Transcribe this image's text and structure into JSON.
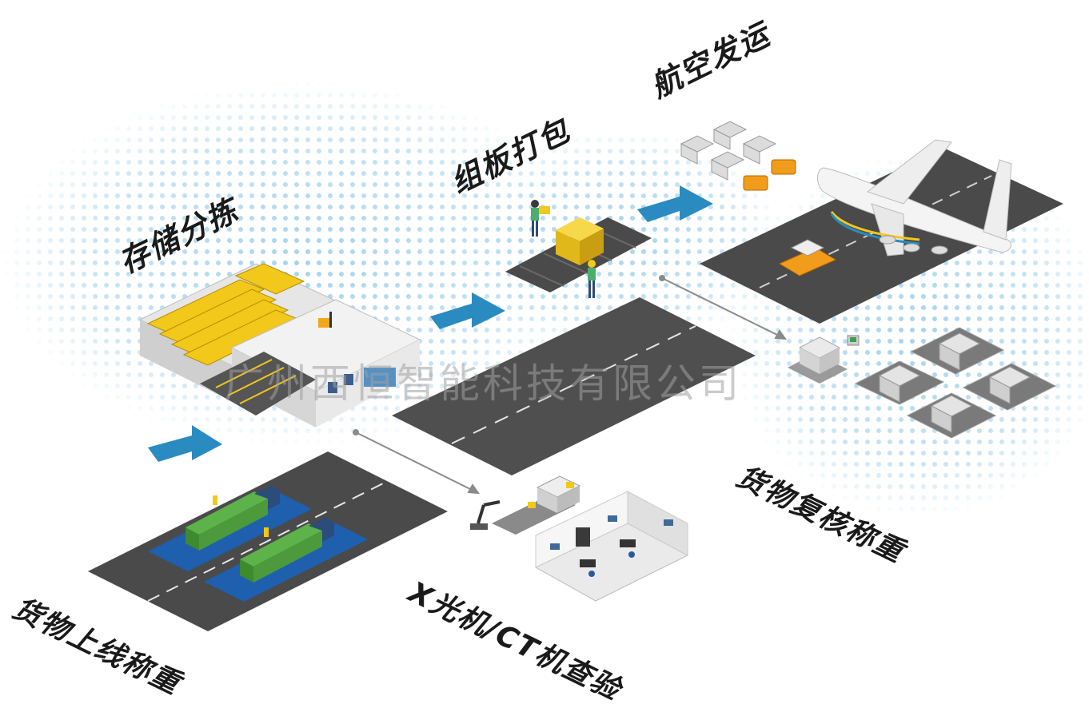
{
  "stages": {
    "storage_sorting": "存储分拣",
    "palletizing": "组板打包",
    "air_shipping": "航空发运",
    "recheck_weighing": "货物复核称重",
    "inbound_weighing": "货物上线称重",
    "xray_ct_inspection": "X光机/CT机查验"
  },
  "watermark": "广州西恒智能科技有限公司",
  "colors": {
    "arrow": "#2a8bc0",
    "runway": "#4a4a4a",
    "weighbridge": "#1e5fae",
    "truck": "#4c9a3c",
    "crate": "#f2c81b",
    "dots": "#5ab0e0"
  },
  "icons": [
    "warehouse-icon",
    "forklift-icon",
    "conveyor-icon",
    "worker-icon",
    "airplane-icon",
    "baggage-cart-icon",
    "truck-icon",
    "xray-machine-icon",
    "robot-arm-icon",
    "control-room-icon",
    "scale-icon",
    "pallet-icon"
  ]
}
